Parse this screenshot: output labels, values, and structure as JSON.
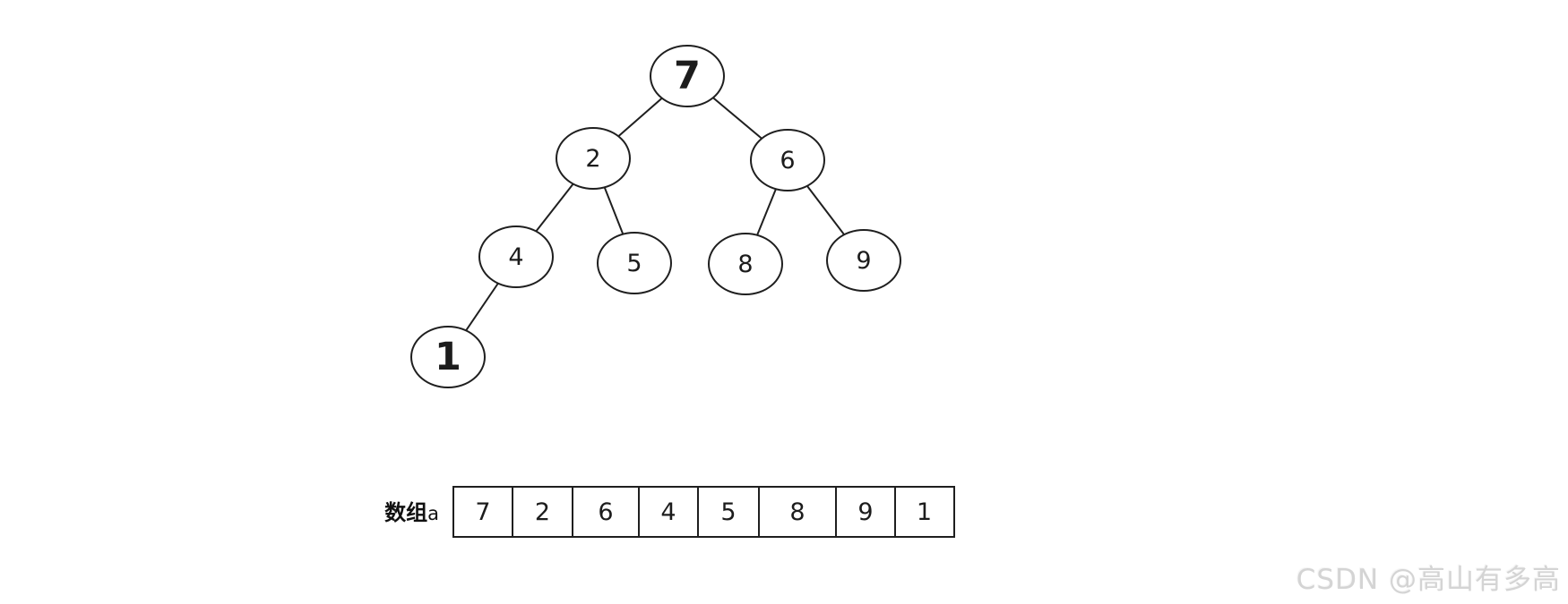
{
  "diagram": {
    "type": "binary-tree-with-array",
    "tree": {
      "nodes": [
        {
          "value": "7",
          "emphasis": true,
          "parent": null,
          "side": "root"
        },
        {
          "value": "2",
          "emphasis": false,
          "parent": "7",
          "side": "left"
        },
        {
          "value": "6",
          "emphasis": false,
          "parent": "7",
          "side": "right"
        },
        {
          "value": "4",
          "emphasis": false,
          "parent": "2",
          "side": "left"
        },
        {
          "value": "5",
          "emphasis": false,
          "parent": "2",
          "side": "right"
        },
        {
          "value": "8",
          "emphasis": false,
          "parent": "6",
          "side": "left"
        },
        {
          "value": "9",
          "emphasis": false,
          "parent": "6",
          "side": "right"
        },
        {
          "value": "1",
          "emphasis": true,
          "parent": "4",
          "side": "left"
        }
      ],
      "edges": [
        [
          "7",
          "2"
        ],
        [
          "7",
          "6"
        ],
        [
          "2",
          "4"
        ],
        [
          "2",
          "5"
        ],
        [
          "6",
          "8"
        ],
        [
          "6",
          "9"
        ],
        [
          "4",
          "1"
        ]
      ]
    },
    "array": {
      "label_bold": "数组",
      "label_suffix": "a",
      "values": [
        "7",
        "2",
        "6",
        "4",
        "5",
        "8",
        "9",
        "1"
      ]
    },
    "watermark": {
      "text": "CSDN @高山有多高",
      "color": "#d4d4d4"
    },
    "colors": {
      "stroke": "#1f1f1f",
      "background": "#ffffff"
    }
  }
}
